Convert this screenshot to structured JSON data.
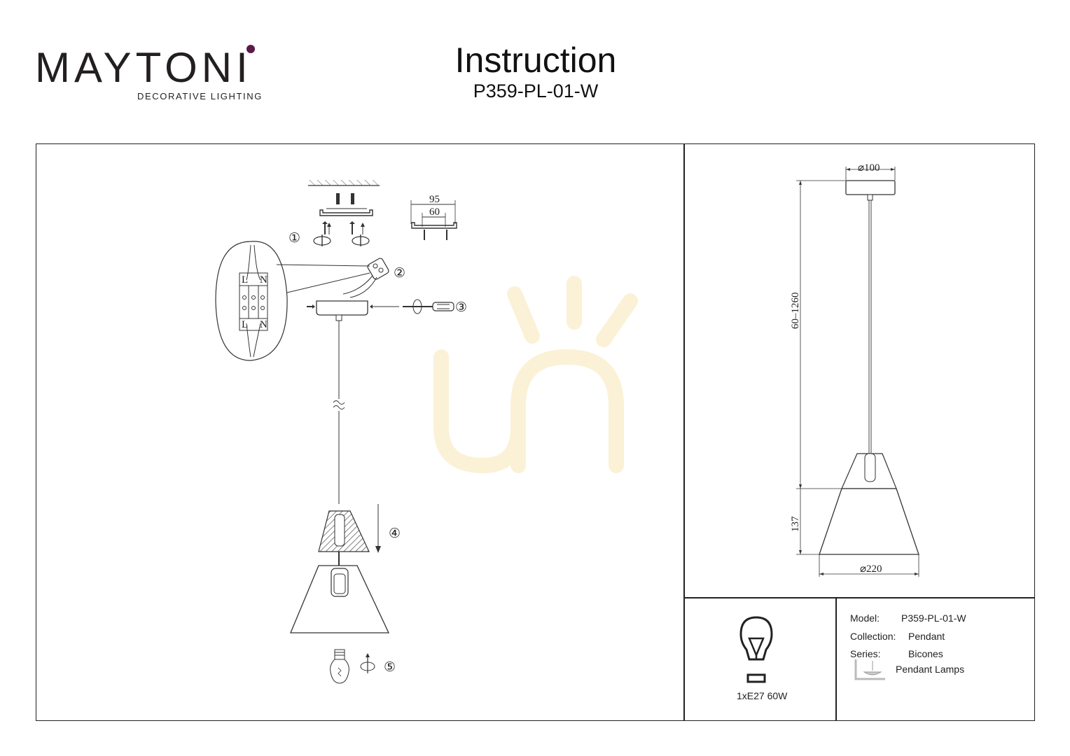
{
  "brand": {
    "name": "MAYTONI",
    "tagline": "DECORATIVE LIGHTING",
    "accent_color": "#5a1a4a"
  },
  "header": {
    "title": "Instruction",
    "model_code": "P359-PL-01-W"
  },
  "assembly": {
    "steps": [
      "①",
      "②",
      "③",
      "④",
      "⑤"
    ],
    "bracket_dims": {
      "outer": "95",
      "inner": "60"
    },
    "terminal_labels": {
      "top_left": "L",
      "top_right": "N",
      "bottom_left": "L",
      "bottom_right": "N"
    }
  },
  "dimensions": {
    "canopy_diameter": "⌀100",
    "height_range": "60–1260",
    "shade_height": "137",
    "shade_diameter": "⌀220"
  },
  "bulb": {
    "label": "1xE27 60W",
    "icon": "light-bulb-icon"
  },
  "specs": {
    "model_label": "Model:",
    "model_value": "P359-PL-01-W",
    "collection_label": "Collection:",
    "collection_value": "Pendant",
    "series_label": "Series:",
    "series_value": "Bicones",
    "category_value": "Pendant Lamps",
    "category_icon": "pendant-lamp-icon"
  }
}
